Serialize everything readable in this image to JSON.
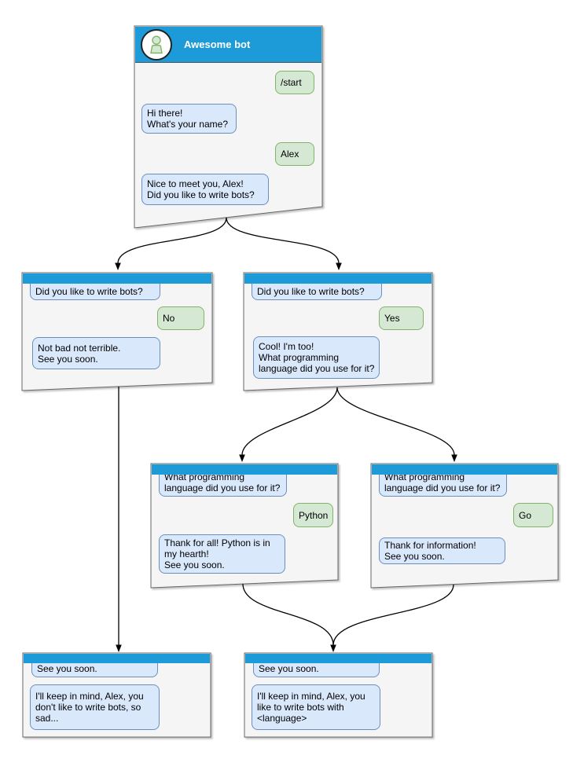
{
  "colors": {
    "titlebar_blue": "#1C9BD8",
    "window_fill": "#F5F5F5",
    "window_border": "#666666",
    "bot_bubble_fill": "#DAE8FC",
    "bot_bubble_border": "#6C8EBF",
    "user_bubble_fill": "#D5E8D4",
    "user_bubble_border": "#82B366",
    "arrow": "#000000",
    "background": "#FFFFFF"
  },
  "windows": [
    {
      "id": "main",
      "title": "Awesome bot",
      "avatar": "person-icon",
      "messages": [
        {
          "sender": "user",
          "text": "/start"
        },
        {
          "sender": "bot",
          "text": "Hi there!\nWhat's your name?"
        },
        {
          "sender": "user",
          "text": "Alex"
        },
        {
          "sender": "bot",
          "text": "Nice to meet you, Alex!\nDid you like to write bots?"
        }
      ]
    },
    {
      "id": "branch-no",
      "messages": [
        {
          "sender": "bot",
          "text": "Did you like to write bots?"
        },
        {
          "sender": "user",
          "text": "No"
        },
        {
          "sender": "bot",
          "text": "Not bad not terrible.\nSee you soon."
        }
      ]
    },
    {
      "id": "branch-yes",
      "messages": [
        {
          "sender": "bot",
          "text": "Did you like to write bots?"
        },
        {
          "sender": "user",
          "text": "Yes"
        },
        {
          "sender": "bot",
          "text": "Cool! I'm too!\nWhat programming\nlanguage did you use for it?"
        }
      ]
    },
    {
      "id": "lang-python",
      "messages": [
        {
          "sender": "bot",
          "text": "What programming\nlanguage did you use for it?"
        },
        {
          "sender": "user",
          "text": "Python"
        },
        {
          "sender": "bot",
          "text": "Thank for all! Python is in\nmy hearth!\nSee you soon."
        }
      ]
    },
    {
      "id": "lang-go",
      "messages": [
        {
          "sender": "bot",
          "text": "What programming\nlanguage did you use for it?"
        },
        {
          "sender": "user",
          "text": "Go"
        },
        {
          "sender": "bot",
          "text": "Thank for information!\nSee you soon."
        }
      ]
    },
    {
      "id": "end-no",
      "messages": [
        {
          "sender": "bot",
          "text": "See you soon."
        },
        {
          "sender": "bot",
          "text": "I'll keep in mind, Alex, you\ndon't like to write bots, so\nsad..."
        }
      ]
    },
    {
      "id": "end-language",
      "messages": [
        {
          "sender": "bot",
          "text": "See you soon."
        },
        {
          "sender": "bot",
          "text": "I'll keep in mind, Alex, you\nlike to write bots with\n<language>"
        }
      ]
    }
  ],
  "edges": [
    {
      "from": "main",
      "to": "branch-no"
    },
    {
      "from": "main",
      "to": "branch-yes"
    },
    {
      "from": "branch-no",
      "to": "end-no"
    },
    {
      "from": "branch-yes",
      "to": "lang-python"
    },
    {
      "from": "branch-yes",
      "to": "lang-go"
    },
    {
      "from": "lang-python",
      "to": "end-language"
    },
    {
      "from": "lang-go",
      "to": "end-language"
    }
  ]
}
